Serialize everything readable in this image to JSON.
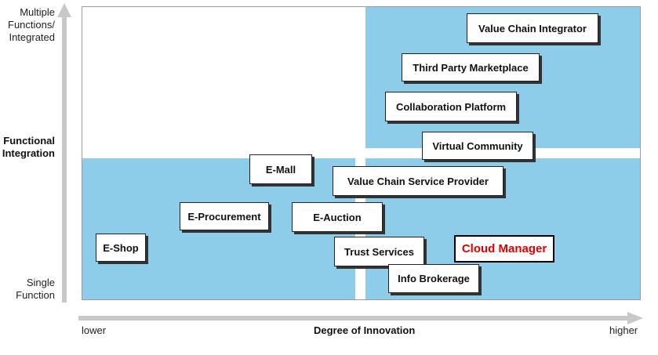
{
  "y_axis": {
    "top_label": "Multiple\nFunctions/\nIntegrated",
    "middle_label": "Functional\nIntegration",
    "bottom_label": "Single\nFunction"
  },
  "x_axis": {
    "left_label": "lower",
    "title": "Degree of Innovation",
    "right_label": "higher"
  },
  "boxes": {
    "value_chain_integrator": "Value Chain Integrator",
    "third_party_marketplace": "Third Party Marketplace",
    "collaboration_platform": "Collaboration Platform",
    "virtual_community": "Virtual Community",
    "e_mall": "E-Mall",
    "value_chain_service_provider": "Value Chain Service Provider",
    "e_procurement": "E-Procurement",
    "e_auction": "E-Auction",
    "e_shop": "E-Shop",
    "trust_services": "Trust Services",
    "cloud_manager": "Cloud Manager",
    "info_brokerage": "Info Brokerage"
  },
  "colors": {
    "quadrant_fill": "#8dcdea",
    "axis_arrow": "#c8c8c8",
    "cloud_manager_text": "#e30000"
  }
}
